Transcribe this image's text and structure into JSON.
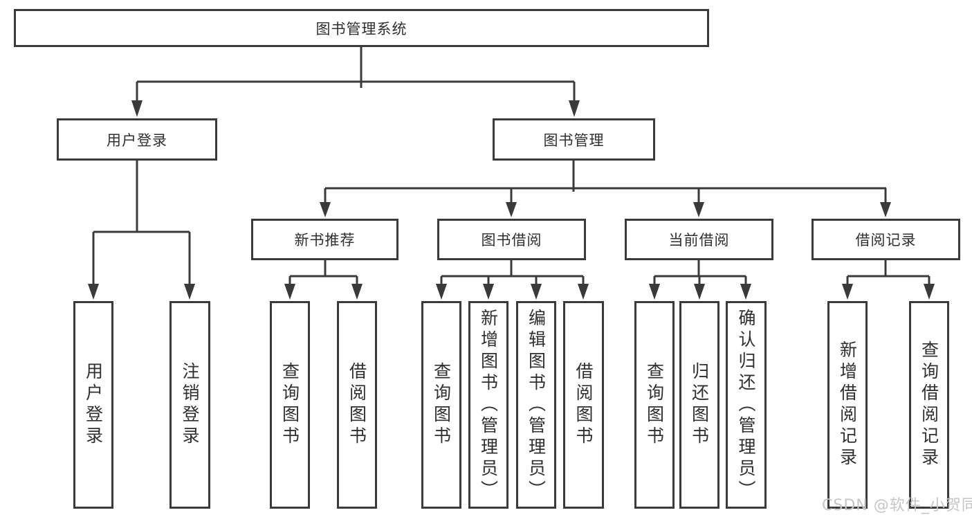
{
  "tree": {
    "root": {
      "label": "图书管理系统"
    },
    "children": [
      {
        "label": "用户登录",
        "children": [
          {
            "label": "用户登录"
          },
          {
            "label": "注销登录"
          }
        ]
      },
      {
        "label": "图书管理",
        "children": [
          {
            "label": "新书推荐",
            "children": [
              {
                "label": "查询图书"
              },
              {
                "label": "借阅图书"
              }
            ]
          },
          {
            "label": "图书借阅",
            "children": [
              {
                "label": "查询图书"
              },
              {
                "label": "新增图书（管理员）"
              },
              {
                "label": "编辑图书（管理员）"
              },
              {
                "label": "借阅图书"
              }
            ]
          },
          {
            "label": "当前借阅",
            "children": [
              {
                "label": "查询图书"
              },
              {
                "label": "归还图书"
              },
              {
                "label": "确认归还（管理员）"
              }
            ]
          },
          {
            "label": "借阅记录",
            "children": [
              {
                "label": "新增借阅记录"
              },
              {
                "label": "查询借阅记录"
              }
            ]
          }
        ]
      }
    ]
  },
  "watermark": "CSDN @软件_小贺同学",
  "colors": {
    "line": "#3a3a3a",
    "box_border": "#3a3a3a",
    "text": "#2f2f2f",
    "watermark": "#c6c6c6",
    "background": "#ffffff"
  }
}
